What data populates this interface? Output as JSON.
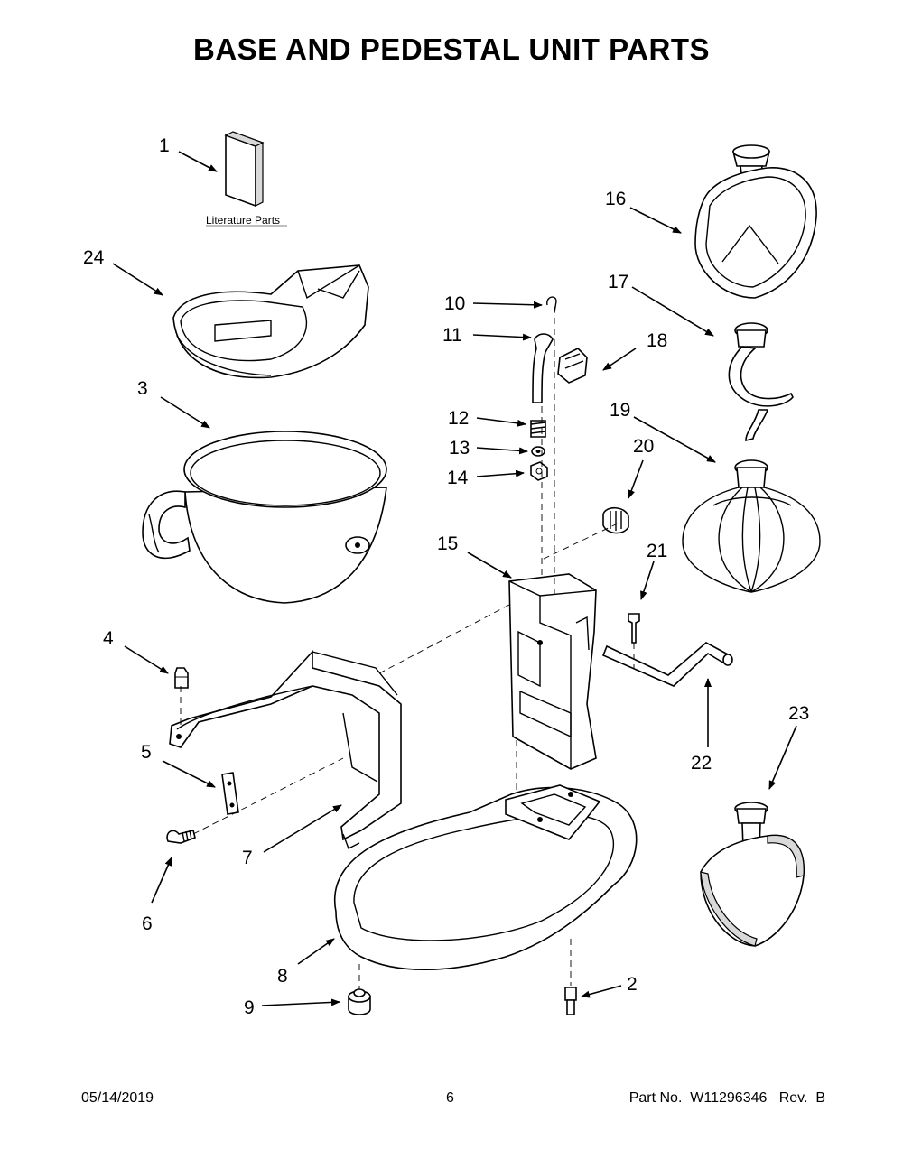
{
  "title": "BASE AND PEDESTAL UNIT PARTS",
  "literature_label": "Literature Parts",
  "callouts": {
    "c1": "1",
    "c2": "2",
    "c3": "3",
    "c4": "4",
    "c5": "5",
    "c6": "6",
    "c7": "7",
    "c8": "8",
    "c9": "9",
    "c10": "10",
    "c11": "11",
    "c12": "12",
    "c13": "13",
    "c14": "14",
    "c15": "15",
    "c16": "16",
    "c17": "17",
    "c18": "18",
    "c19": "19",
    "c20": "20",
    "c21": "21",
    "c22": "22",
    "c23": "23",
    "c24": "24"
  },
  "footer": {
    "date": "05/14/2019",
    "page": "6",
    "part_no": "Part No.  W11296346   Rev.  B"
  }
}
